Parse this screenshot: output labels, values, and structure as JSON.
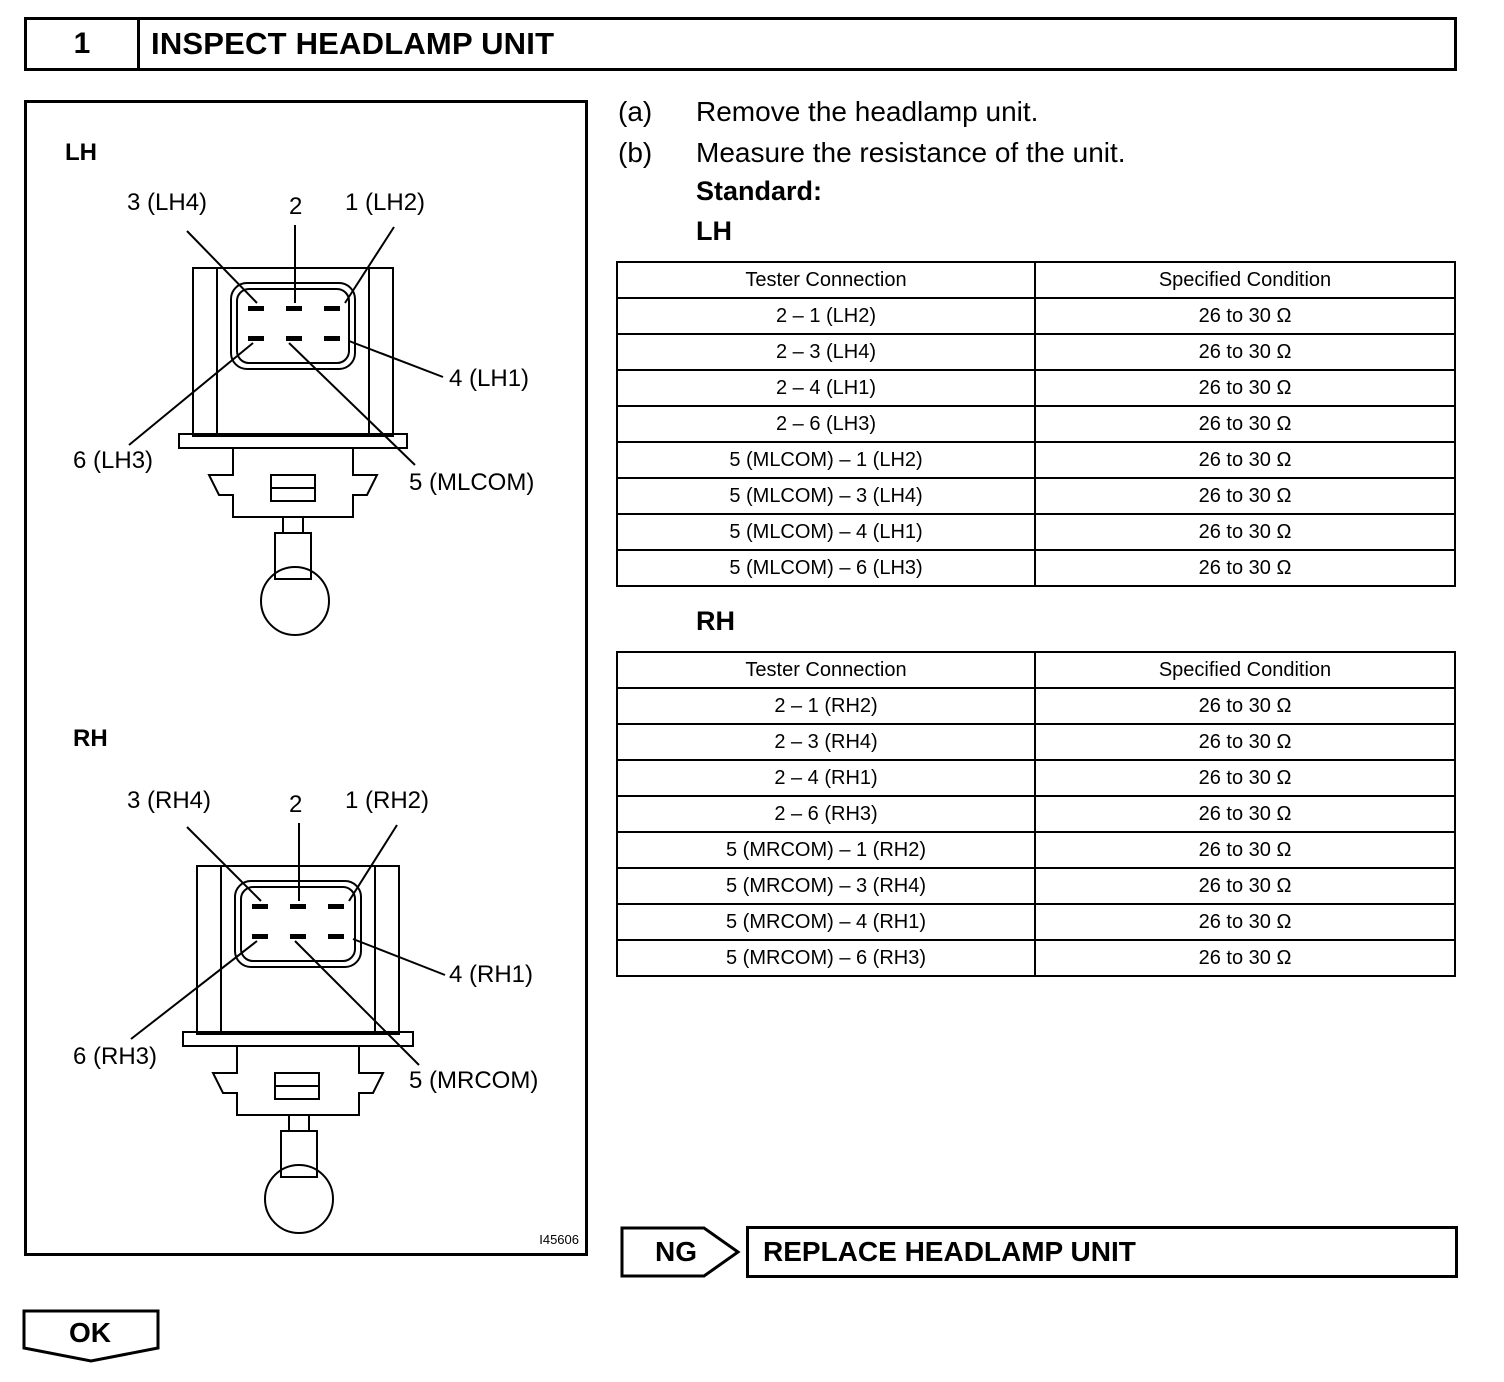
{
  "header": {
    "step_number": "1",
    "title": "INSPECT HEADLAMP UNIT"
  },
  "figure": {
    "lh": {
      "heading": "LH",
      "labels": {
        "top_left": "3 (LH4)",
        "top_mid": "2",
        "top_right": "1 (LH2)",
        "right": "4 (LH1)",
        "left": "6 (LH3)",
        "bottom": "5 (MLCOM)"
      }
    },
    "rh": {
      "heading": "RH",
      "labels": {
        "top_left": "3 (RH4)",
        "top_mid": "2",
        "top_right": "1 (RH2)",
        "right": "4 (RH1)",
        "left": "6 (RH3)",
        "bottom": "5 (MRCOM)"
      }
    },
    "code": "I45606"
  },
  "instructions": {
    "a": {
      "letter": "(a)",
      "text": "Remove the headlamp unit."
    },
    "b": {
      "letter": "(b)",
      "text": "Measure the resistance of the unit."
    },
    "standard": "Standard:"
  },
  "tables": {
    "lh": {
      "heading": "LH",
      "columns": [
        "Tester Connection",
        "Specified Condition"
      ],
      "rows": [
        [
          "2 – 1 (LH2)",
          "26 to 30 Ω"
        ],
        [
          "2 – 3 (LH4)",
          "26 to 30 Ω"
        ],
        [
          "2 – 4 (LH1)",
          "26 to 30 Ω"
        ],
        [
          "2 – 6 (LH3)",
          "26 to 30 Ω"
        ],
        [
          "5 (MLCOM) – 1 (LH2)",
          "26 to 30 Ω"
        ],
        [
          "5 (MLCOM) – 3 (LH4)",
          "26 to 30 Ω"
        ],
        [
          "5 (MLCOM) – 4 (LH1)",
          "26 to 30 Ω"
        ],
        [
          "5 (MLCOM) – 6 (LH3)",
          "26 to 30 Ω"
        ]
      ]
    },
    "rh": {
      "heading": "RH",
      "columns": [
        "Tester Connection",
        "Specified Condition"
      ],
      "rows": [
        [
          "2 – 1 (RH2)",
          "26 to 30 Ω"
        ],
        [
          "2 – 3 (RH4)",
          "26 to 30 Ω"
        ],
        [
          "2 – 4 (RH1)",
          "26 to 30 Ω"
        ],
        [
          "2 – 6 (RH3)",
          "26 to 30 Ω"
        ],
        [
          "5 (MRCOM) – 1 (RH2)",
          "26 to 30 Ω"
        ],
        [
          "5 (MRCOM) – 3 (RH4)",
          "26 to 30 Ω"
        ],
        [
          "5 (MRCOM) – 4 (RH1)",
          "26 to 30 Ω"
        ],
        [
          "5 (MRCOM) – 6 (RH3)",
          "26 to 30 Ω"
        ]
      ]
    }
  },
  "ng": {
    "tag": "NG",
    "action": "REPLACE HEADLAMP UNIT"
  },
  "ok": {
    "tag": "OK"
  }
}
